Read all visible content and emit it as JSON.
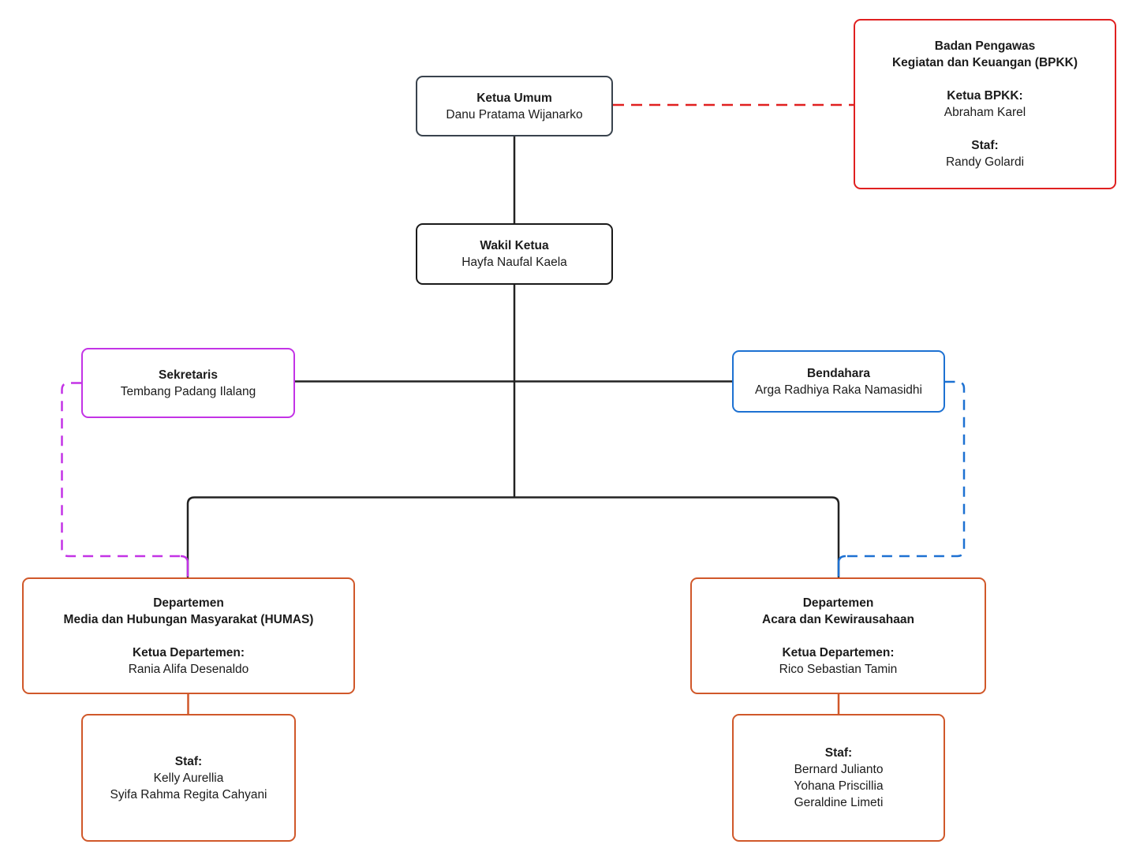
{
  "colors": {
    "dark": "#39434d",
    "black": "#1a1a1a",
    "line": "#222222",
    "red": "#e02020",
    "purple": "#c333e6",
    "blue": "#1d71d2",
    "orange": "#d0582a",
    "background": "#ffffff"
  },
  "nodes": {
    "ketua_umum": {
      "title": "Ketua Umum",
      "name": "Danu Pratama Wijanarko"
    },
    "bpkk": {
      "title1": "Badan Pengawas",
      "title2": "Kegiatan dan Keuangan (BPKK)",
      "role_label": "Ketua BPKK:",
      "role_name": "Abraham Karel",
      "staff_label": "Staf:",
      "members": [
        "Randy Golardi"
      ]
    },
    "wakil_ketua": {
      "title": "Wakil Ketua",
      "name": "Hayfa Naufal Kaela"
    },
    "sekretaris": {
      "title": "Sekretaris",
      "name": "Tembang Padang Ilalang"
    },
    "bendahara": {
      "title": "Bendahara",
      "name": "Arga Radhiya Raka Namasidhi"
    },
    "dept_humas": {
      "title1": "Departemen",
      "title2": "Media dan Hubungan Masyarakat (HUMAS)",
      "role_label": "Ketua Departemen:",
      "role_name": "Rania Alifa Desenaldo"
    },
    "staf_humas": {
      "staff_label": "Staf:",
      "members": [
        "Kelly Aurellia",
        "Syifa Rahma Regita Cahyani"
      ]
    },
    "dept_acara": {
      "title1": "Departemen",
      "title2": "Acara dan Kewirausahaan",
      "role_label": "Ketua Departemen:",
      "role_name": "Rico Sebastian Tamin"
    },
    "staf_acara": {
      "staff_label": "Staf:",
      "members": [
        "Bernard Julianto",
        "Yohana Priscillia",
        "Geraldine Limeti"
      ]
    }
  }
}
